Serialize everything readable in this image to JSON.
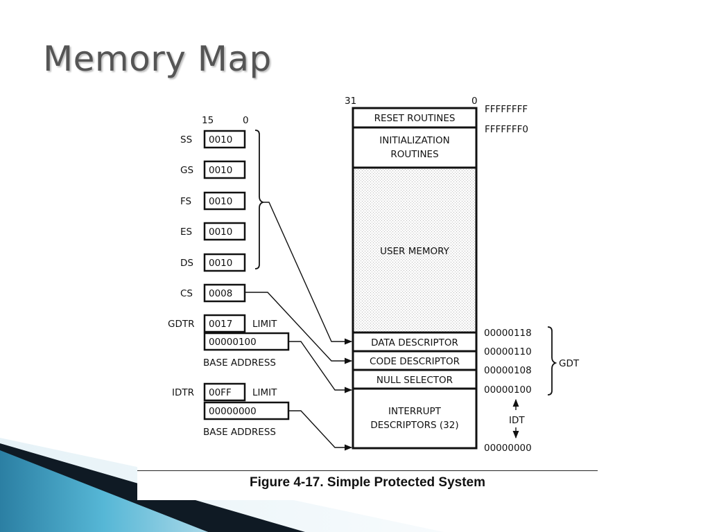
{
  "slide": {
    "title": "Memory Map"
  },
  "figure": {
    "caption": "Figure 4-17. Simple Protected System",
    "bit_labels": {
      "seg_high": "15",
      "seg_low": "0",
      "mem_high": "31",
      "mem_low": "0"
    },
    "segment_registers": [
      {
        "name": "SS",
        "value": "0010"
      },
      {
        "name": "GS",
        "value": "0010"
      },
      {
        "name": "FS",
        "value": "0010"
      },
      {
        "name": "ES",
        "value": "0010"
      },
      {
        "name": "DS",
        "value": "0010"
      },
      {
        "name": "CS",
        "value": "0008"
      }
    ],
    "gdtr": {
      "name": "GDTR",
      "limit": "0017",
      "limit_label": "LIMIT",
      "base": "00000100",
      "base_label": "BASE ADDRESS"
    },
    "idtr": {
      "name": "IDTR",
      "limit": "00FF",
      "limit_label": "LIMIT",
      "base": "00000000",
      "base_label": "BASE ADDRESS"
    },
    "memory_blocks": {
      "reset": "RESET ROUTINES",
      "init_line1": "INITIALIZATION",
      "init_line2": "ROUTINES",
      "user": "USER MEMORY",
      "data_desc": "DATA DESCRIPTOR",
      "code_desc": "CODE DESCRIPTOR",
      "null_sel": "NULL SELECTOR",
      "int_line1": "INTERRUPT",
      "int_line2": "DESCRIPTORS (32)"
    },
    "addresses": {
      "top": "FFFFFFFF",
      "reset_end": "FFFFFFF0",
      "gdt_118": "00000118",
      "gdt_110": "00000110",
      "gdt_108": "00000108",
      "gdt_100": "00000100",
      "bottom": "00000000"
    },
    "region_labels": {
      "gdt": "GDT",
      "idt": "IDT"
    }
  },
  "colors": {
    "title": "#555555",
    "deco_dark": "#0f1a24",
    "deco_teal": "#3a9fc2",
    "deco_light": "#cfe6ef"
  }
}
